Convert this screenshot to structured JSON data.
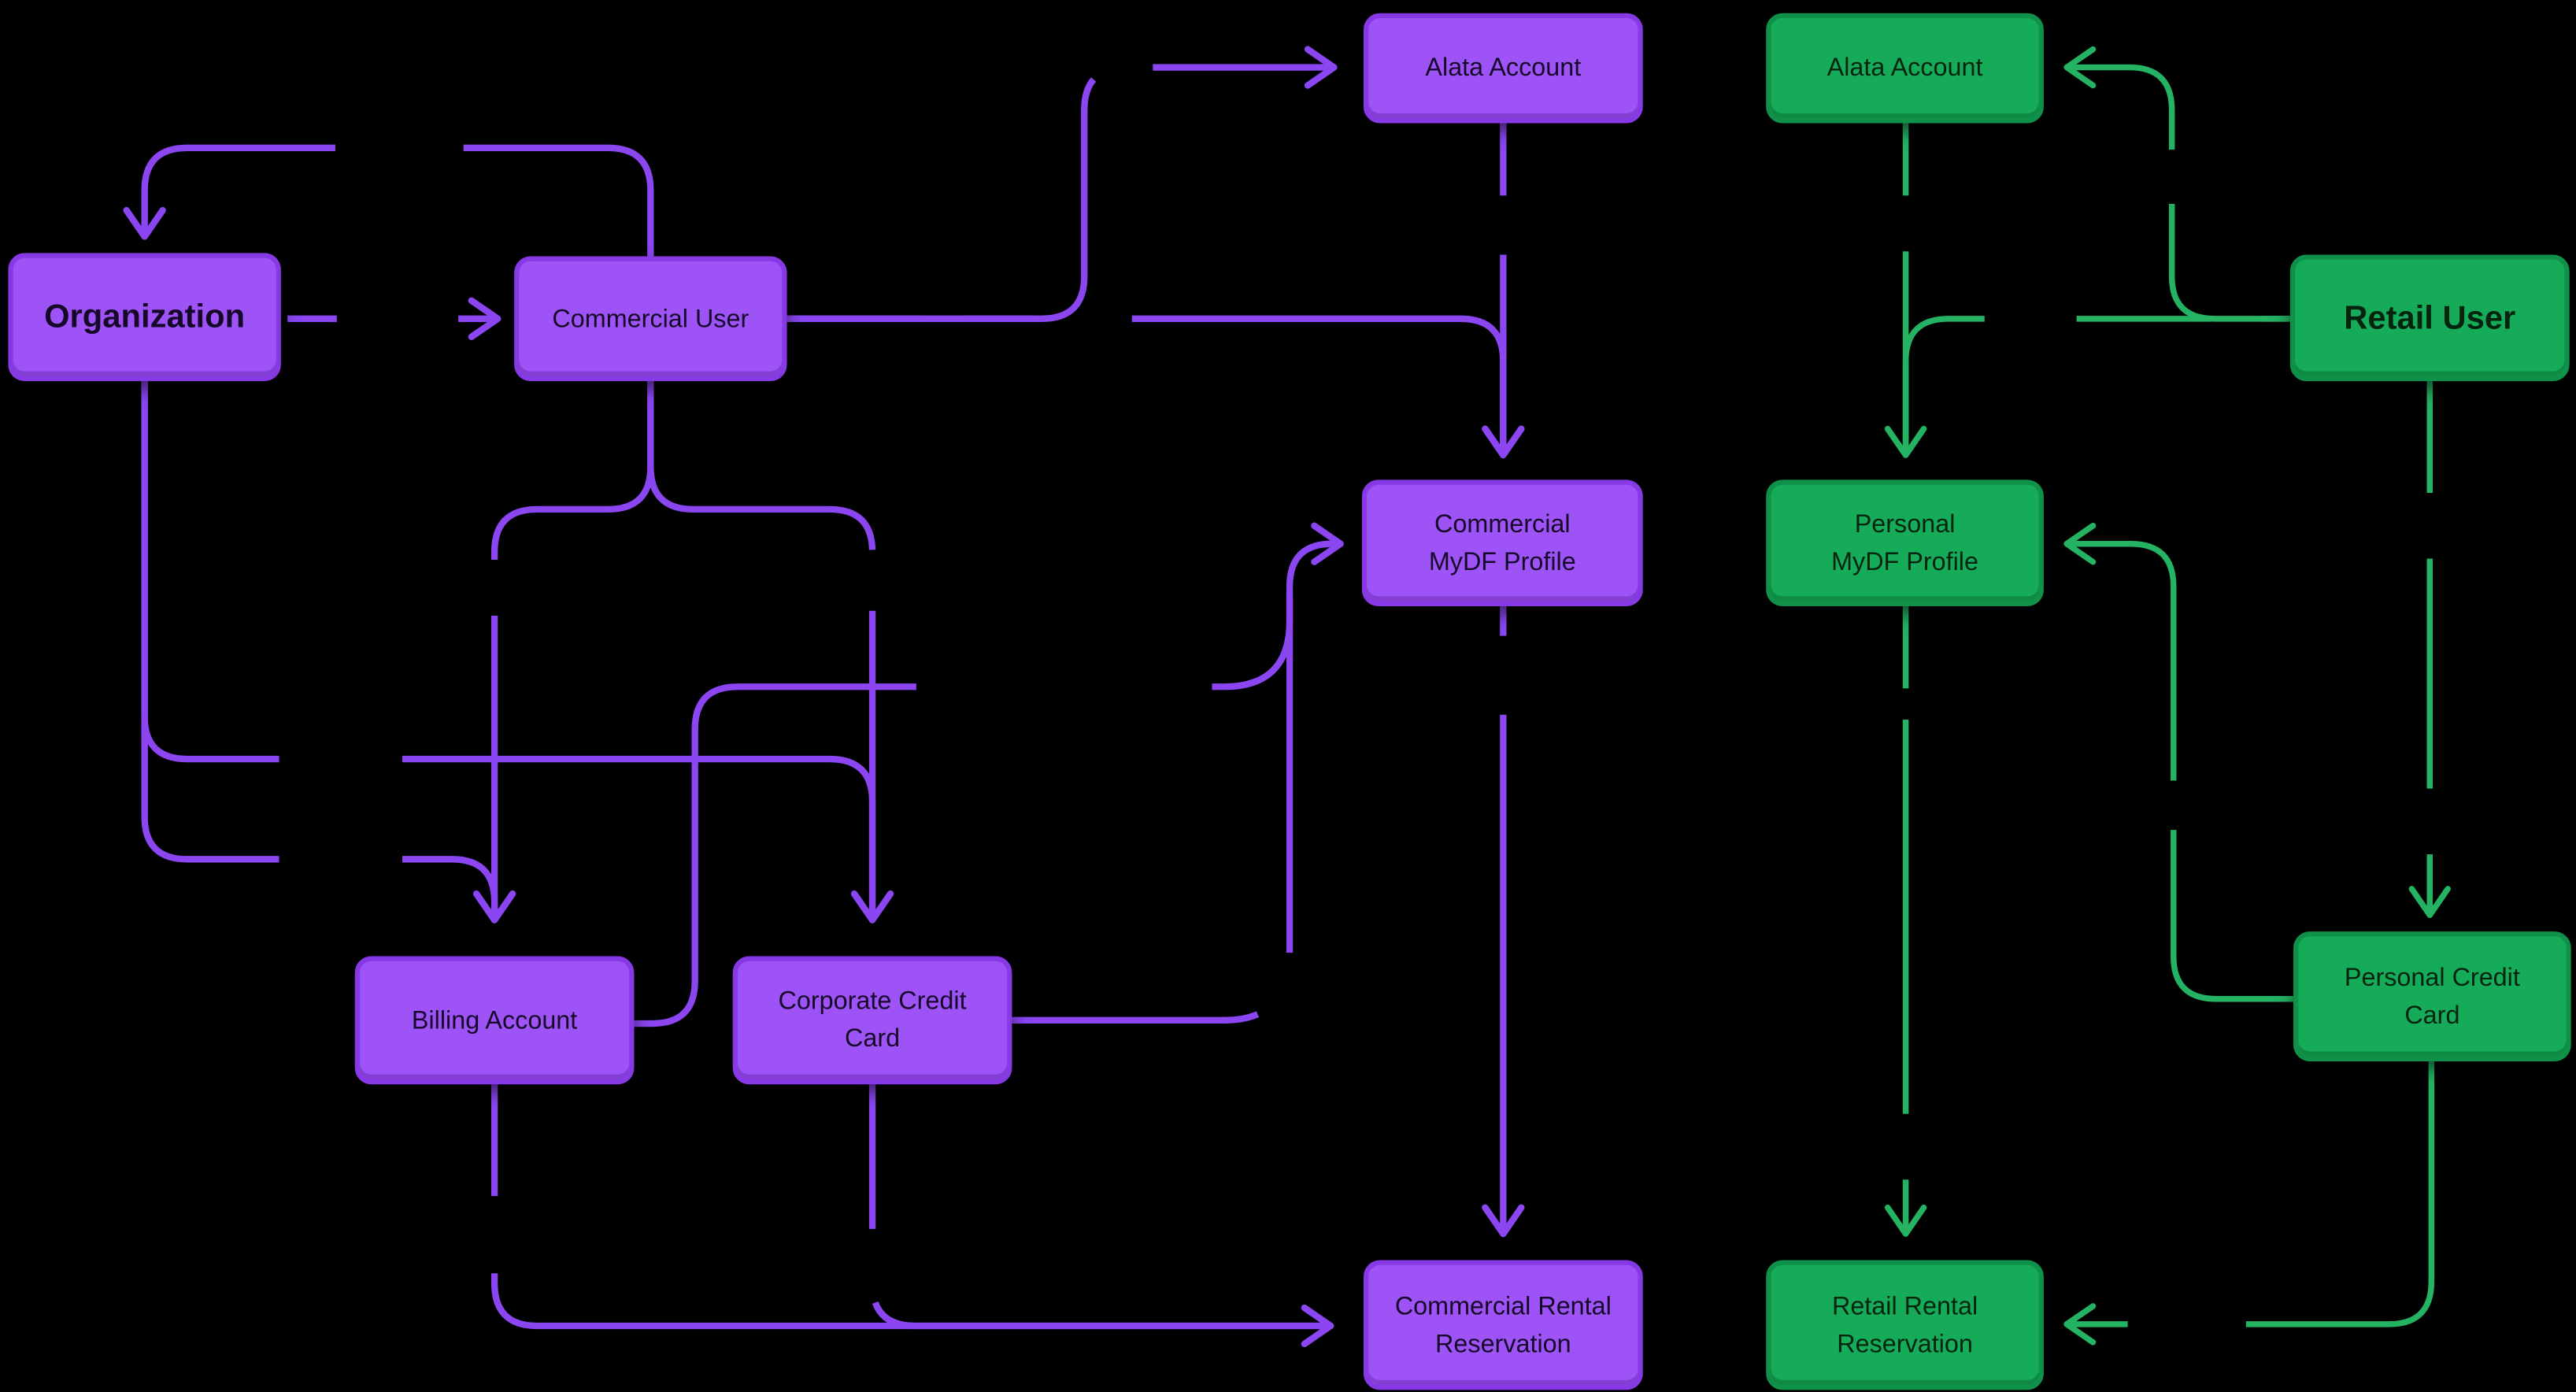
{
  "diagram": {
    "background": "#000000",
    "styles": {
      "purple": {
        "node_fill": "#9E53F6",
        "node_border": "#8739E6",
        "line": "#8B46F2",
        "text": "#160828"
      },
      "green": {
        "node_fill": "#16AB58",
        "node_border": "#0F9149",
        "line": "#24B263",
        "text": "#04240F"
      }
    },
    "nodes": [
      {
        "id": "organization",
        "label": "Organization",
        "label_lines": [
          "Organization"
        ],
        "family": "purple",
        "root": true
      },
      {
        "id": "commercial-user",
        "label": "Commercial User",
        "label_lines": [
          "Commercial User"
        ],
        "family": "purple",
        "root": false
      },
      {
        "id": "alata-account-commercial",
        "label": "Alata Account",
        "label_lines": [
          "Alata Account"
        ],
        "family": "purple",
        "root": false
      },
      {
        "id": "commercial-mydf-profile",
        "label": "Commercial MyDF Profile",
        "label_lines": [
          "Commercial",
          "MyDF Profile"
        ],
        "family": "purple",
        "root": false
      },
      {
        "id": "billing-account",
        "label": "Billing Account",
        "label_lines": [
          "Billing Account"
        ],
        "family": "purple",
        "root": false
      },
      {
        "id": "corporate-credit-card",
        "label": "Corporate Credit Card",
        "label_lines": [
          "Corporate Credit",
          "Card"
        ],
        "family": "purple",
        "root": false
      },
      {
        "id": "commercial-rental-reservation",
        "label": "Commercial Rental Reservation",
        "label_lines": [
          "Commercial Rental",
          "Reservation"
        ],
        "family": "purple",
        "root": false
      },
      {
        "id": "alata-account-retail",
        "label": "Alata Account",
        "label_lines": [
          "Alata Account"
        ],
        "family": "green",
        "root": false
      },
      {
        "id": "retail-user",
        "label": "Retail User",
        "label_lines": [
          "Retail User"
        ],
        "family": "green",
        "root": true
      },
      {
        "id": "personal-mydf-profile",
        "label": "Personal MyDF Profile",
        "label_lines": [
          "Personal",
          "MyDF Profile"
        ],
        "family": "green",
        "root": false
      },
      {
        "id": "personal-credit-card",
        "label": "Personal Credit Card",
        "label_lines": [
          "Personal Credit",
          "Card"
        ],
        "family": "green",
        "root": false
      },
      {
        "id": "retail-rental-reservation",
        "label": "Retail Rental Reservation",
        "label_lines": [
          "Retail Rental",
          "Reservation"
        ],
        "family": "green",
        "root": false
      }
    ],
    "edges": [
      {
        "from": "organization",
        "to": "commercial-user"
      },
      {
        "from": "commercial-user",
        "to": "organization"
      },
      {
        "from": "commercial-user",
        "to": "alata-account-commercial"
      },
      {
        "from": "commercial-user",
        "to": "commercial-mydf-profile"
      },
      {
        "from": "alata-account-commercial",
        "to": "commercial-mydf-profile"
      },
      {
        "from": "billing-account",
        "to": "commercial-mydf-profile"
      },
      {
        "from": "corporate-credit-card",
        "to": "commercial-mydf-profile"
      },
      {
        "from": "organization",
        "to": "corporate-credit-card"
      },
      {
        "from": "organization",
        "to": "billing-account"
      },
      {
        "from": "commercial-user",
        "to": "billing-account"
      },
      {
        "from": "commercial-user",
        "to": "corporate-credit-card"
      },
      {
        "from": "billing-account",
        "to": "commercial-rental-reservation"
      },
      {
        "from": "corporate-credit-card",
        "to": "commercial-rental-reservation"
      },
      {
        "from": "commercial-mydf-profile",
        "to": "commercial-rental-reservation"
      },
      {
        "from": "alata-account-retail",
        "to": "personal-mydf-profile"
      },
      {
        "from": "retail-user",
        "to": "personal-mydf-profile"
      },
      {
        "from": "retail-user",
        "to": "alata-account-retail"
      },
      {
        "from": "retail-user",
        "to": "personal-credit-card"
      },
      {
        "from": "personal-credit-card",
        "to": "personal-mydf-profile"
      },
      {
        "from": "personal-mydf-profile",
        "to": "retail-rental-reservation"
      },
      {
        "from": "personal-credit-card",
        "to": "retail-rental-reservation"
      }
    ]
  }
}
